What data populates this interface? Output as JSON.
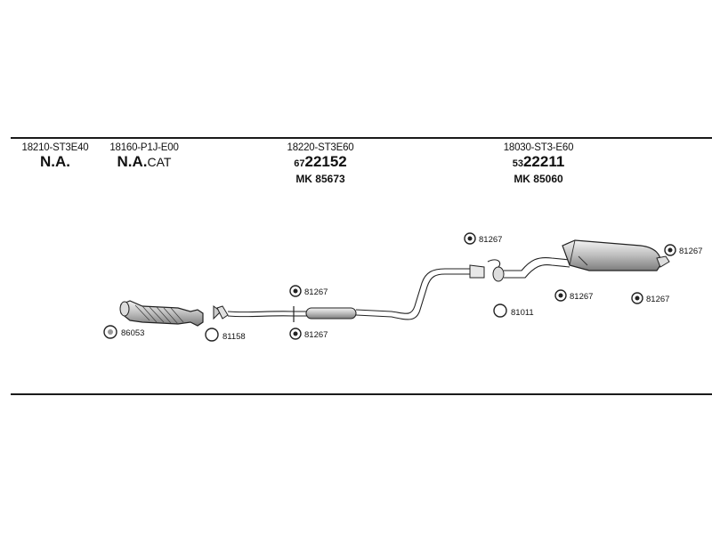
{
  "columns": [
    {
      "oem": "18210-ST3E40",
      "main": "N.A.",
      "suffix": ""
    },
    {
      "oem": "18160-P1J-E00",
      "main": "N.A.",
      "suffix": "CAT"
    },
    {
      "oem": "18220-ST3E60",
      "prefix": "67",
      "main": "22152",
      "mk": "MK 85673"
    },
    {
      "oem": "18030-ST3-E60",
      "prefix": "53",
      "main": "22211",
      "mk": "MK 85060"
    }
  ],
  "parts": {
    "p1": "86053",
    "p2": "81158",
    "p3": "81267",
    "p4": "81267",
    "p5": "81267",
    "p6": "81011",
    "p7": "81267",
    "p8": "81267",
    "p9": "81267"
  }
}
